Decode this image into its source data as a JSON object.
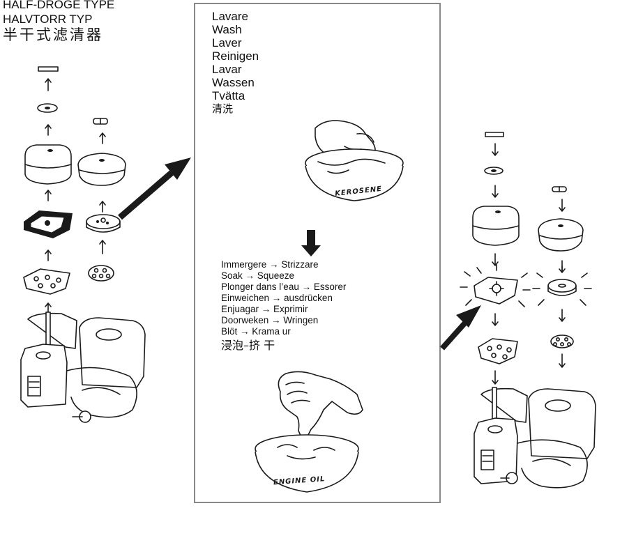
{
  "left_header": {
    "lines": [
      "HALF-DROGE TYPE",
      "HALVTORR TYP"
    ],
    "cjk": "半干式滤清器"
  },
  "wash_section": {
    "labels": [
      "Lavare",
      "Wash",
      "Laver",
      "Reinigen",
      "Lavar",
      "Wassen",
      "Tvätta",
      "清洗"
    ],
    "bowl_label": "KEROSENE"
  },
  "soak_section": {
    "steps": [
      "Immergere → Strizzare",
      "Soak → Squeeze",
      "Plonger dans l’eau → Essorer",
      "Einweichen →  ausdrücken",
      "Enjuagar → Exprimir",
      "Doorweken → Wringen",
      "Blöt → Krama ur"
    ],
    "cjk": "浸泡–挤 干",
    "bowl_label": "ENGINE OIL"
  }
}
